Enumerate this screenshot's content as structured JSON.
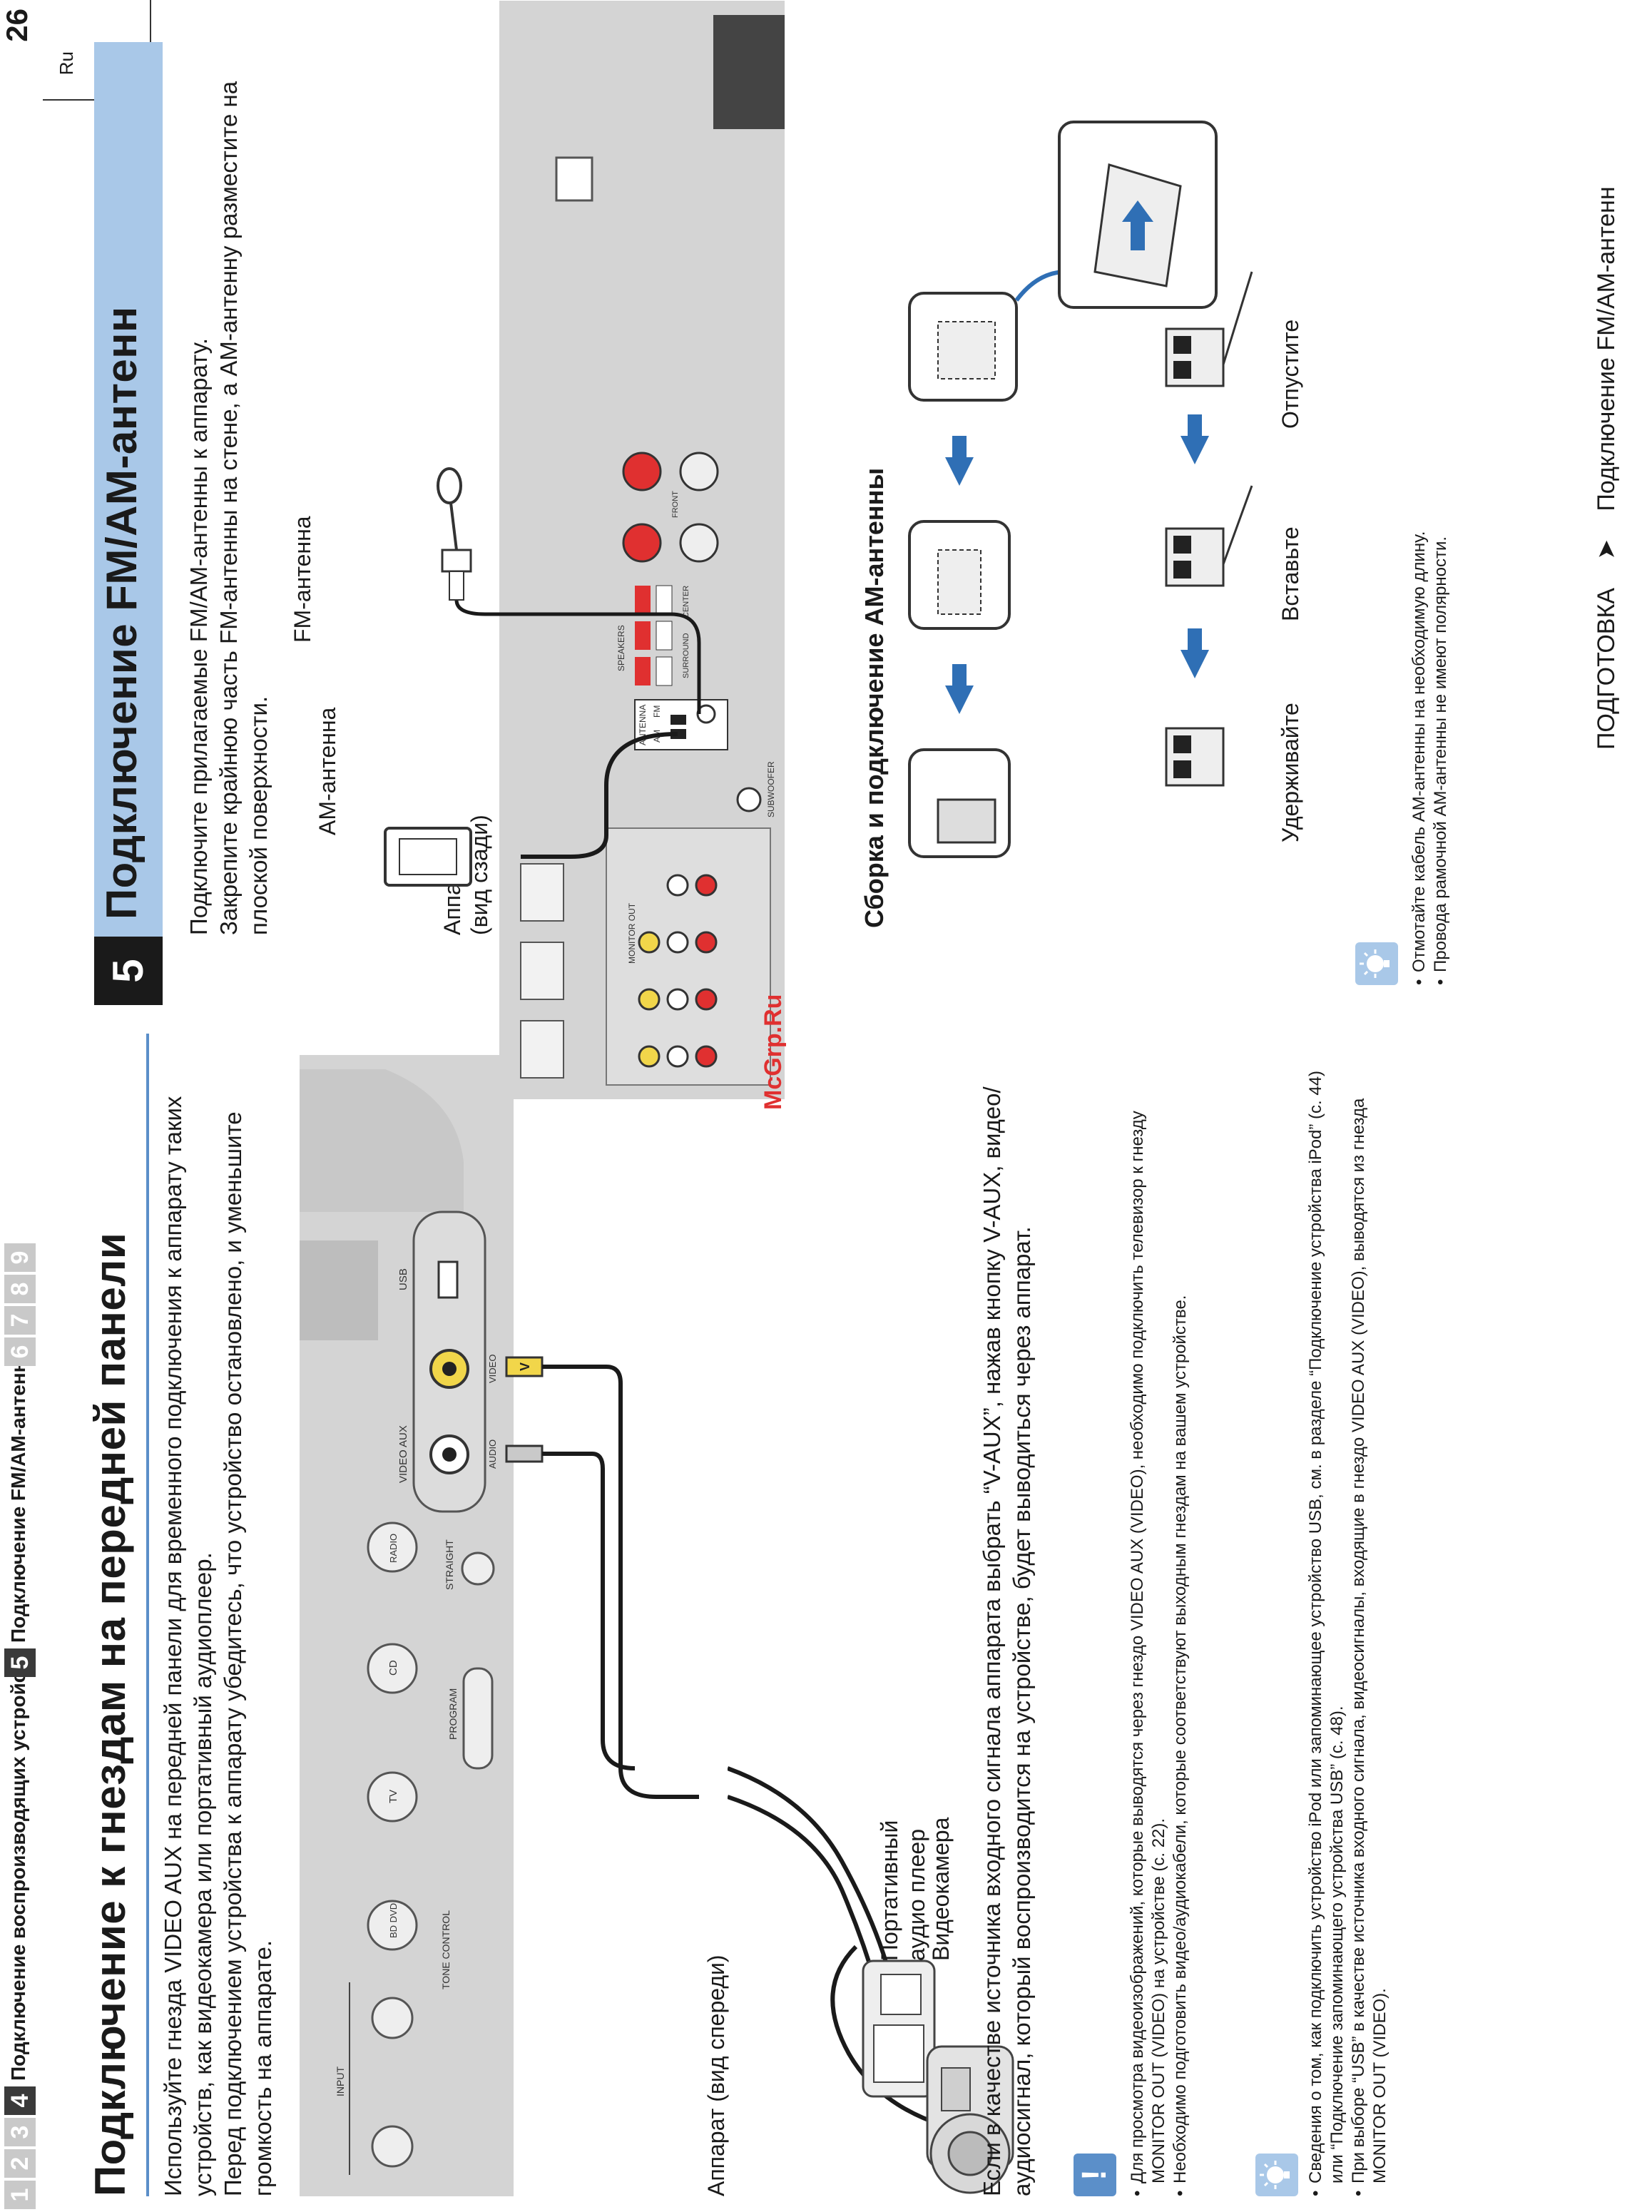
{
  "nav": {
    "items": [
      {
        "num": "1",
        "active": false
      },
      {
        "num": "2",
        "active": false
      },
      {
        "num": "3",
        "active": false
      },
      {
        "num": "4",
        "active": true
      },
      {
        "num": "5",
        "active": true
      },
      {
        "num": "6",
        "active": false
      },
      {
        "num": "7",
        "active": false
      },
      {
        "num": "8",
        "active": false
      },
      {
        "num": "9",
        "active": false
      }
    ],
    "text_4": "Подключение воспроизводящих устройств",
    "text_5": "Подключение FM/AM-антенны"
  },
  "page_number": "26",
  "lang": "Ru",
  "left": {
    "title": "Подключение к гнездам на передней панели",
    "intro_1": "Используйте гнезда VIDEO AUX на передней панели для временного подключения к аппарату таких устройств, как видеокамера или портативный аудиоплеер.",
    "intro_2": "Перед подключением устройства к аппарату убедитесь, что устройство остановлено, и уменьшите громкость на аппарате.",
    "front_label": "Аппарат (вид спереди)",
    "player_label_1": "Портативный",
    "player_label_2": "аудио плеер",
    "camera_label": "Видеокамера",
    "after_text": "Если в качестве источника входного сигнала аппарата выбрать “V-AUX”, нажав кнопку V-AUX, видео/аудиосигнал, который воспроизводится на устройстве, будет выводиться через аппарат.",
    "warning_symbol": "!",
    "warn_1": "Для просмотра видеоизображений, которые выводятся через гнездо VIDEO AUX (VIDEO), необходимо подключить телевизор к гнезду MONITOR OUT (VIDEO) на устройстве (c. 22).",
    "warn_2": "Необходимо подготовить видео/аудиокабели, которые соответствуют выходным гнездам на вашем устройстве.",
    "tip_1": "Сведения о том, как подключить устройство iPod или запоминающее устройство USB, см. в разделе “Подключение устройства iPod” (c. 44) или “Подключение запоминающего устройства USB” (c. 48).",
    "tip_2": "При выборе “USB” в качестве источника входного сигнала, видеосигналы, входящие в гнездо VIDEO AUX (VIDEO), выводятся из гнезда MONITOR OUT (VIDEO).",
    "panel": {
      "input": "INPUT",
      "tone": "TONE CONTROL",
      "program": "PROGRAM",
      "straight": "STRAIGHT",
      "bd": "BD DVD",
      "tv": "TV",
      "cd": "CD",
      "radio": "RADIO",
      "video_aux": "VIDEO AUX",
      "audio": "AUDIO",
      "video": "VIDEO",
      "usb": "USB",
      "v_plug": "V"
    }
  },
  "right": {
    "number": "5",
    "title": "Подключение FM/AM-антенн",
    "intro_1": "Подключите прилагаемые FM/AM-антенны к аппарату.",
    "intro_2": "Закрепите крайнюю часть FM-антенны на стене, а AM-антенну разместите на плоской поверхности.",
    "rear_label_1": "Аппарат",
    "rear_label_2": "(вид сзади)",
    "am_label": "АМ-антенна",
    "fm_label": "FM-антенна",
    "assembly_title": "Сборка и подключение АМ-антенны",
    "hold": "Удерживайте",
    "insert": "Вставьте",
    "release": "Отпустите",
    "tip_1": "Отмотайте кабель AM-антенны на необходимую длину.",
    "tip_2": "Провода рамочной AM-антенны не имеют полярности.",
    "panel": {
      "antenna": "ANTENNA",
      "am": "AM",
      "fm": "FM",
      "speakers": "SPEAKERS",
      "front": "FRONT",
      "center": "CENTER",
      "surround": "SURROUND",
      "subwoofer": "SUBWOOFER",
      "monitor_out": "MONITOR OUT"
    }
  },
  "footer": {
    "section": "ПОДГОТОВКА",
    "arrow": "➤",
    "page_title": "Подключение FM/AM-антенн"
  },
  "watermark": "McGrp.Ru",
  "colors": {
    "accent": "#5b8fc9",
    "band": "#a9c8e8",
    "panel": "#d4d4d4",
    "arrow": "#2f6fb5"
  }
}
